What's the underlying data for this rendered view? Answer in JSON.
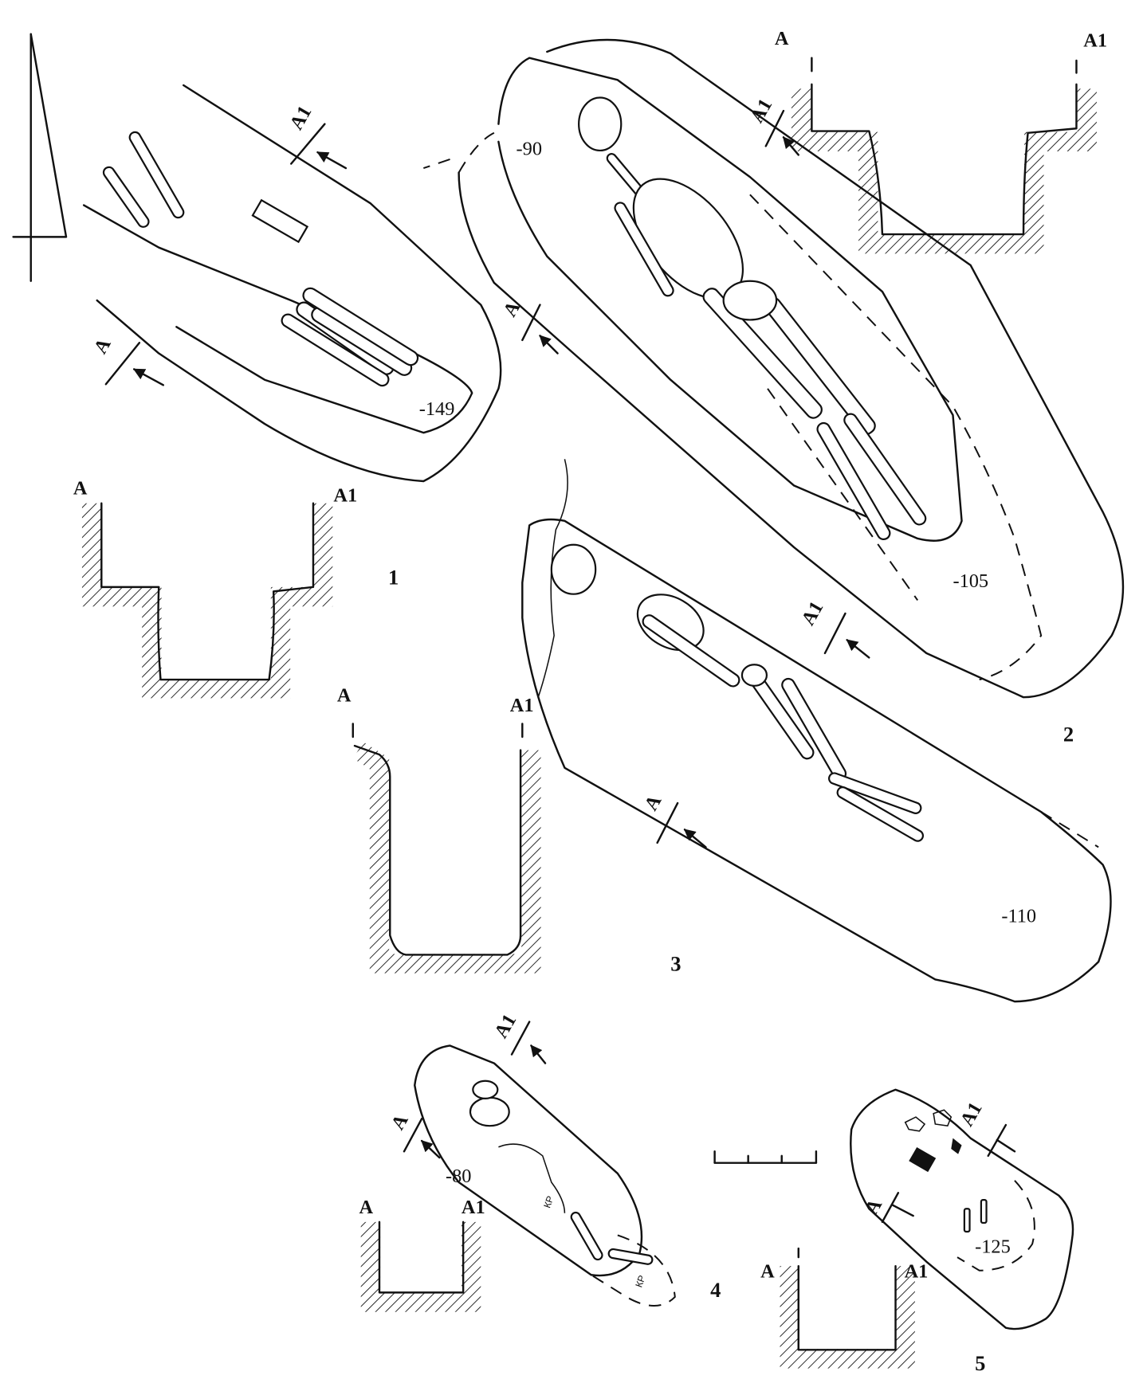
{
  "figure": {
    "section_label_start": "A",
    "section_label_end": "A1",
    "burials": [
      {
        "number": "1",
        "depth": "-149"
      },
      {
        "number": "2",
        "depth": "-90",
        "depth2": "-105"
      },
      {
        "number": "3",
        "depth": "-110"
      },
      {
        "number": "4",
        "depth": "-80",
        "fill_note": "КР"
      },
      {
        "number": "5",
        "depth": "-125"
      }
    ]
  }
}
